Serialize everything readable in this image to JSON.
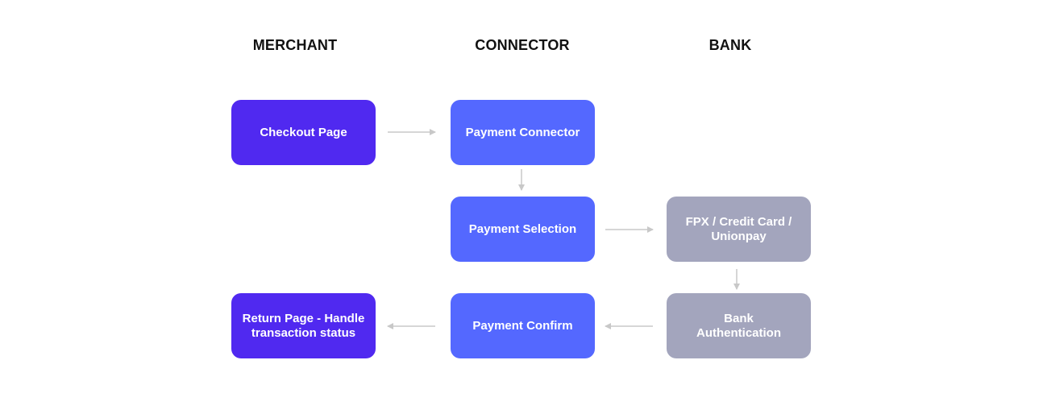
{
  "columns": {
    "merchant": "MERCHANT",
    "connector": "CONNECTOR",
    "bank": "BANK"
  },
  "nodes": {
    "checkout_page": "Checkout Page",
    "payment_connector": "Payment Connector",
    "payment_selection": "Payment Selection",
    "payment_methods": "FPX / Credit Card / Unionpay",
    "bank_authentication": "Bank Authentication",
    "payment_confirm": "Payment Confirm",
    "return_page": "Return Page - Handle transaction status"
  },
  "colors": {
    "merchant_node": "#5029F0",
    "connector_node": "#5468FF",
    "bank_node": "#A3A5BD",
    "arrow": "#C8C8C8"
  }
}
